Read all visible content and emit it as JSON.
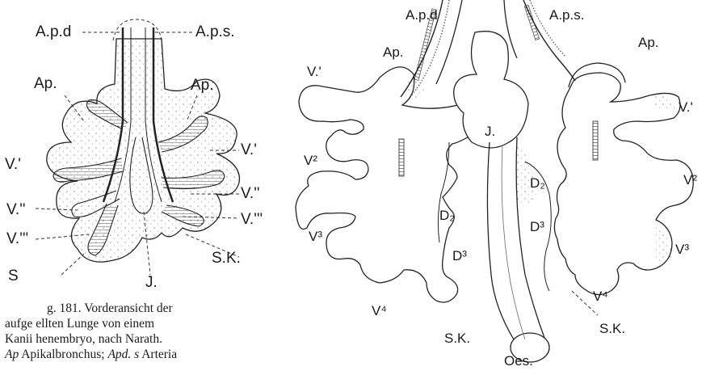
{
  "figure_left": {
    "labels": {
      "apd": "A.p.d",
      "aps": "A.p.s.",
      "ap_left": "Ap.",
      "ap_right": "Ap.",
      "v1_left": "V.'",
      "v1_right": "V.'",
      "v2_left": "V.''",
      "v2_right": "V.''",
      "v3_left": "V.'''",
      "v3_right": "V.'''",
      "sk": "S.K.",
      "s_left": "S",
      "j": "J."
    },
    "caption": {
      "line1": "g. 181.   Vorderansicht der",
      "line2": "aufge ellten   Lunge   von   einem",
      "line3": "Kanii henembryo,  nach  Narath.",
      "line4_a": "Ap",
      "line4_b": " Apikalbronchus; ",
      "line4_c": "Apd. s",
      "line4_d": " Arteria"
    }
  },
  "figure_right": {
    "labels": {
      "apd": "A.p.d",
      "aps": "A.p.s.",
      "ap_left": "Ap.",
      "ap_right": "Ap.",
      "v1_left": "V.'",
      "v1_right": "V.'",
      "v2_left": "V²",
      "v2_right": "V²",
      "v3_left": "V³",
      "v3_right": "V³",
      "v4_left": "V⁴",
      "v4_right": "V⁴",
      "j": "J.",
      "d2_left": "D₂",
      "d3_left": "D³",
      "d2_right": "D₂",
      "d3_right": "D³",
      "sk_left": "S.K.",
      "sk_right": "S.K.",
      "oes": "Oes."
    }
  }
}
